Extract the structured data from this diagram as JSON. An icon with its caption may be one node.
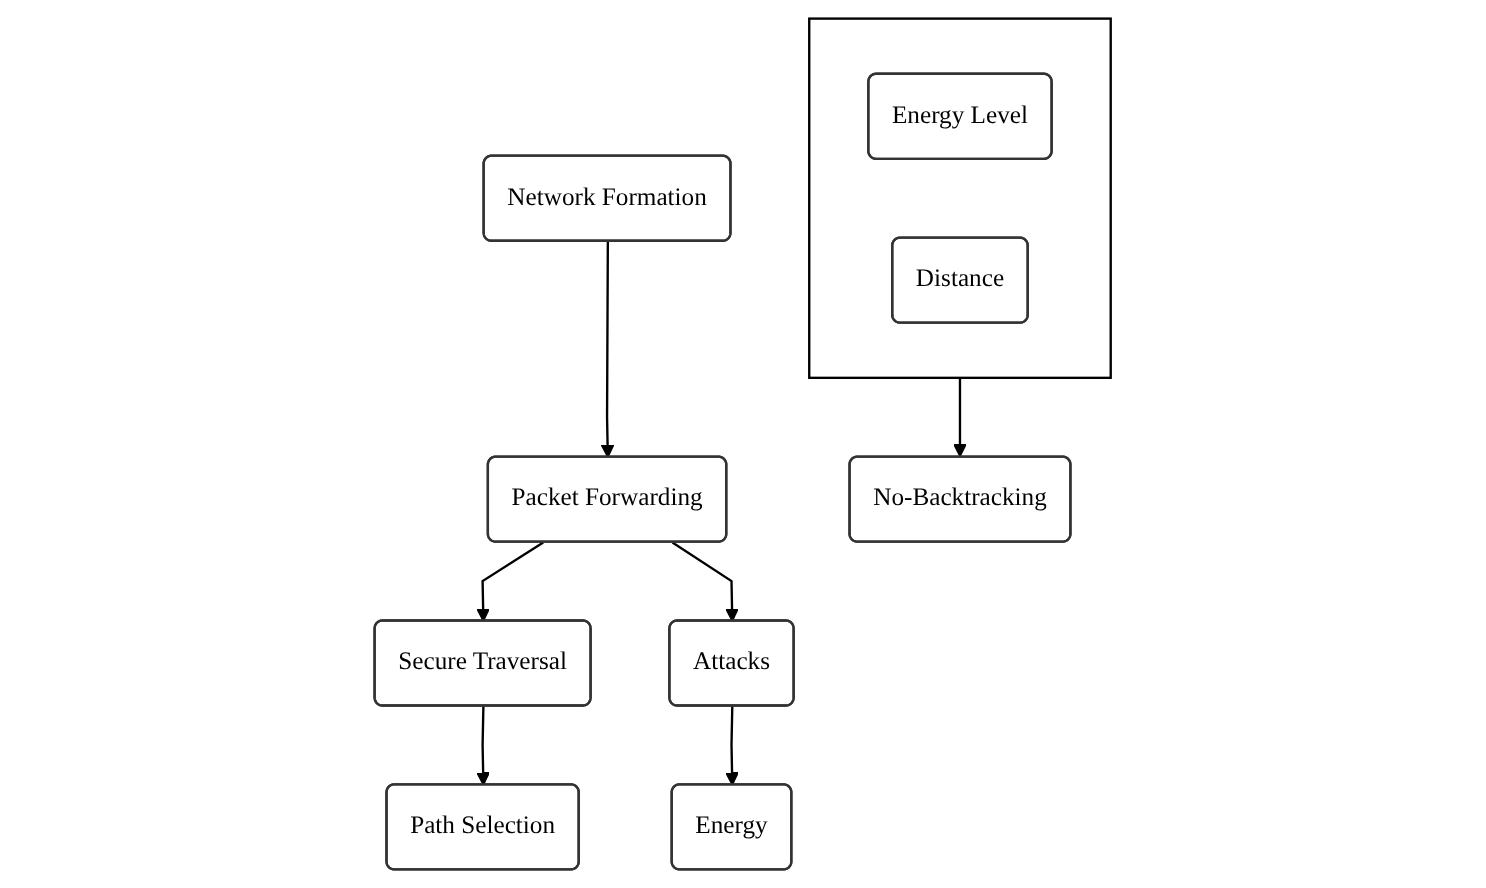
{
  "diagram": {
    "nodes": [
      {
        "text": [
          "Network Formation"
        ]
      },
      {
        "text": [
          "Packet Forwarding"
        ]
      },
      {
        "text": [
          "Secure Traversal"
        ]
      },
      {
        "text": [
          "Attacks"
        ]
      },
      {
        "text": [
          "Energy"
        ]
      },
      {
        "text": [
          "Path Selection"
        ]
      },
      {
        "text": [],
        "shape": "box"
      },
      {
        "text": [
          "Energy Level"
        ],
        "in": 6
      },
      {
        "text": [
          "Distance"
        ],
        "in": 6
      },
      {
        "text": [
          "No-Backtracking"
        ]
      }
    ],
    "edges": [
      {
        "from": 0,
        "to": 1,
        "arrow": "to"
      },
      {
        "from": 1,
        "to": 2,
        "arrow": "to"
      },
      {
        "from": 1,
        "to": 3,
        "arrow": "to"
      },
      {
        "from": 3,
        "to": 4,
        "arrow": "to"
      },
      {
        "from": 2,
        "to": 5,
        "arrow": "to"
      },
      {
        "from": 6,
        "to": 9,
        "arrow": "to"
      }
    ]
  }
}
